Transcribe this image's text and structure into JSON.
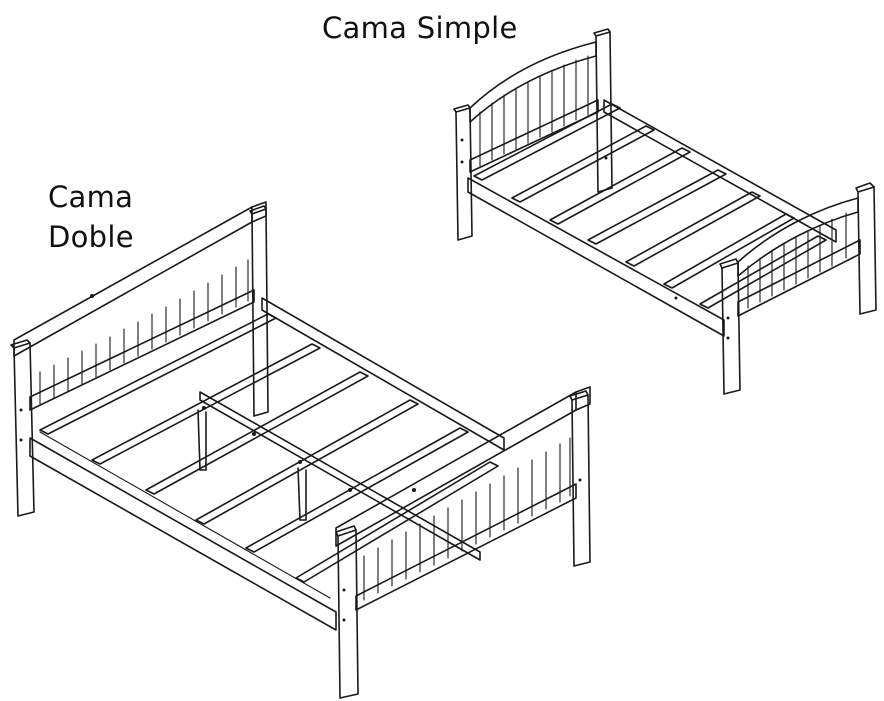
{
  "labels": {
    "single_bed": "Cama Simple",
    "double_bed_line1": "Cama",
    "double_bed_line2": "Doble"
  },
  "colors": {
    "line": "#1a1a1a",
    "background": "#ffffff"
  }
}
